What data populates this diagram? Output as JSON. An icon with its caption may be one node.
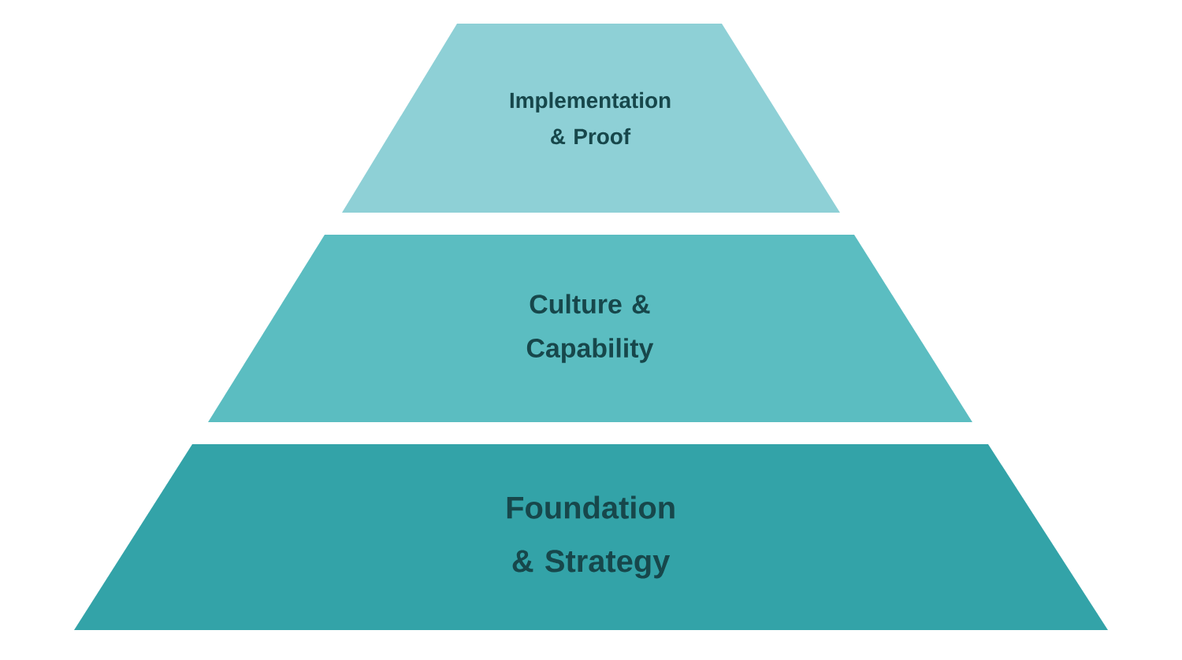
{
  "diagram": {
    "nodes": [
      {
        "text": [
          "Implementation & Proof"
        ]
      },
      {
        "text": [
          "Culture & Capability"
        ]
      },
      {
        "text": [
          "Foundation & Strategy"
        ]
      }
    ]
  }
}
